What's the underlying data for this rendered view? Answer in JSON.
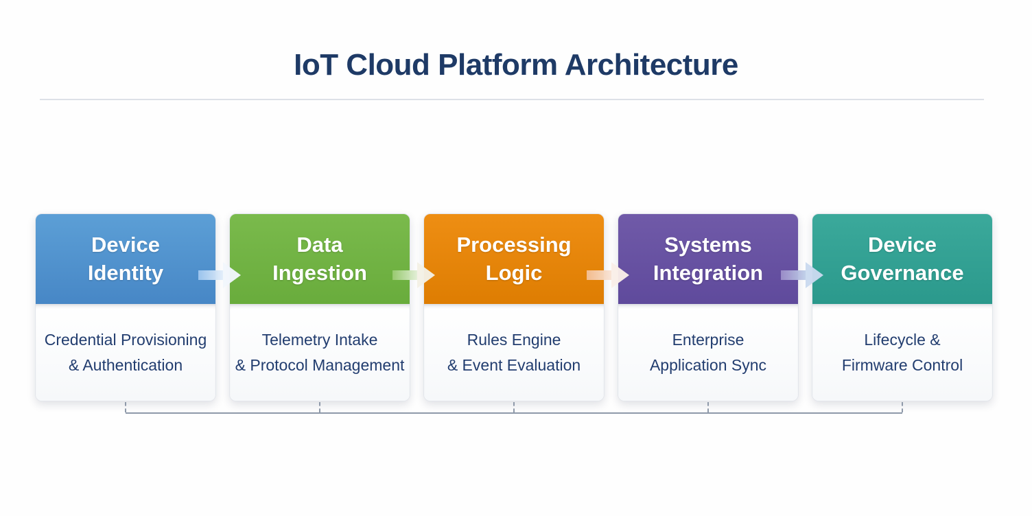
{
  "title": "IoT Cloud Platform Architecture",
  "colors": {
    "title": "#1E3A66",
    "divider": "#DDE1E7",
    "connector": "#8E99A9",
    "body_text": "#223D6F"
  },
  "cards": [
    {
      "id": "device-identity",
      "header": "Device\nIdentity",
      "body": "Credential Provisioning\n& Authentication",
      "header_color_top": "#5C9FD6",
      "header_color_bottom": "#4787C6"
    },
    {
      "id": "data-ingestion",
      "header": "Data\nIngestion",
      "body": "Telemetry Intake\n& Protocol Management",
      "header_color_top": "#7ABA4C",
      "header_color_bottom": "#69AC3C"
    },
    {
      "id": "processing-logic",
      "header": "Processing\nLogic",
      "body": "Rules Engine\n& Event Evaluation",
      "header_color_top": "#EE8E13",
      "header_color_bottom": "#DE7D02"
    },
    {
      "id": "systems-integration",
      "header": "Systems\nIntegration",
      "body": "Enterprise\nApplication Sync",
      "header_color_top": "#705AA8",
      "header_color_bottom": "#5F4A9C"
    },
    {
      "id": "device-governance",
      "header": "Device\nGovernance",
      "body": "Lifecycle &\nFirmware Control",
      "header_color_top": "#3BA99B",
      "header_color_bottom": "#2B998C"
    }
  ],
  "arrows": [
    {
      "shaft_from": "#9EC6EF",
      "shaft_to": "#E2EEFA",
      "head": "#F2F7FD"
    },
    {
      "shaft_from": "#9ACB72",
      "shaft_to": "#E2EFD6",
      "head": "#F4F1E6"
    },
    {
      "shaft_from": "#F3BE93",
      "shaft_to": "#F8E3D5",
      "head": "#FAEFE9"
    },
    {
      "shaft_from": "#9C8EC9",
      "shaft_to": "#BFCFE9",
      "head": "#CBDAF0"
    }
  ]
}
